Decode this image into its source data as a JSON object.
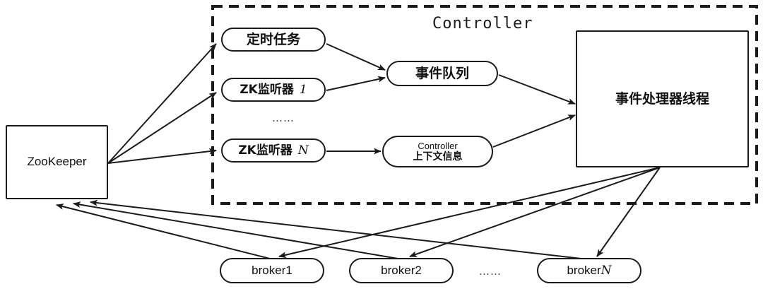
{
  "diagram": {
    "title_visible": "Controller",
    "type": "architecture-flow-diagram"
  },
  "controller_group": {
    "label": "Controller"
  },
  "nodes": {
    "zookeeper": {
      "label": "ZooKeeper",
      "shape": "rectangle"
    },
    "scheduled_task": {
      "label": "定时任务",
      "shape": "pill"
    },
    "zk_listener_1": {
      "label": "ZK监听器",
      "index": "1",
      "shape": "pill"
    },
    "zk_listener_n": {
      "label": "ZK监听器",
      "index": "N",
      "shape": "pill"
    },
    "event_queue": {
      "label": "事件队列",
      "shape": "pill"
    },
    "controller_context": {
      "line1": "Controller",
      "line2": "上下文信息",
      "shape": "pill"
    },
    "event_handler_thread": {
      "label": "事件处理器线程",
      "shape": "rectangle"
    },
    "broker1": {
      "label": "broker1",
      "shape": "pill"
    },
    "broker2": {
      "label": "broker2",
      "shape": "pill"
    },
    "brokern": {
      "label": "broker",
      "index": "N",
      "shape": "pill"
    }
  },
  "ellipses": {
    "listeners": "……",
    "brokers": "……"
  },
  "colors": {
    "stroke": "#1b1b1b",
    "background": "#ffffff",
    "text": "#111111"
  }
}
